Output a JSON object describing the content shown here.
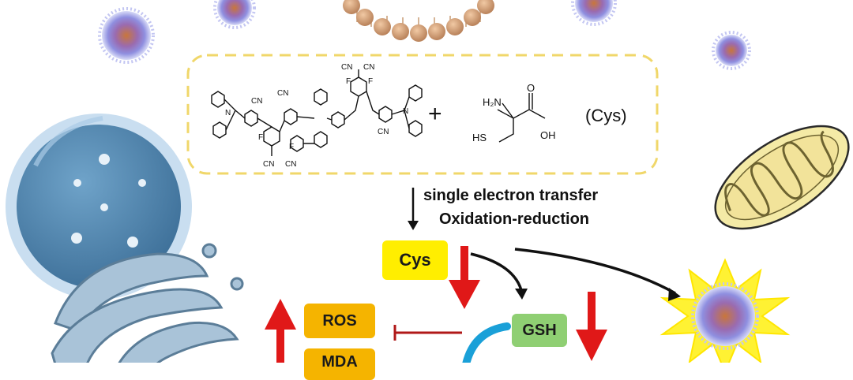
{
  "reaction": {
    "plus_sign": "+",
    "cys_abbrev": "(Cys)",
    "cysteine_h2n": "H₂N",
    "cysteine_o": "O",
    "cysteine_oh": "OH",
    "cysteine_hs": "HS",
    "molecule_cn": "CN",
    "molecule_f": "F",
    "molecule_n": "N"
  },
  "process": {
    "line1": "single electron transfer",
    "line2": "Oxidation-reduction"
  },
  "labels": {
    "cys": "Cys",
    "gsh": "GSH",
    "ros": "ROS",
    "mda": "MDA"
  },
  "colors": {
    "dashed_border": "#f0d76a",
    "cys_box": "#ffee00",
    "gsh_box": "#8fcf73",
    "ros_box": "#f5b400",
    "red_arrow": "#e01818",
    "inhibit": "#b01818",
    "blue_arc": "#1aa0d8",
    "star": "#fff233",
    "nucleus": "#4f86b0",
    "mitochondrion": "#f4eaa6"
  },
  "icons": [
    "nanoparticle-icon",
    "lipid-bilayer-icon",
    "nucleus-icon",
    "golgi-icon",
    "mitochondrion-icon",
    "glowing-nanoparticle-icon"
  ]
}
